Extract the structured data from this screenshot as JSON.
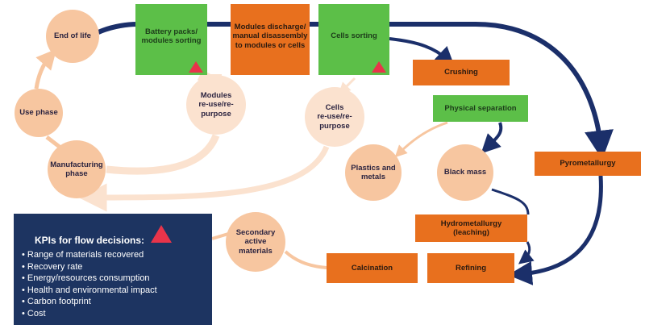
{
  "colors": {
    "green": "#5cbf48",
    "orange": "#e8701e",
    "navy": "#1b2f6a",
    "peach": "#f7c6a0",
    "light_peach": "#fbe2cf",
    "warning": "#e8344a"
  },
  "nodes": {
    "end_of_life": "End of life",
    "use_phase": "Use phase",
    "manufacturing": "Manufacturing\nphase",
    "battery_sorting": "Battery packs/\nmodules sorting",
    "modules_discharge": "Modules discharge/\nmanual disassembly\nto modules or cells",
    "cells_sorting": "Cells sorting",
    "modules_reuse": "Modules\nre-use/re-\npurpose",
    "cells_reuse": "Cells\nre-use/re-\npurpose",
    "crushing": "Crushing",
    "physical_separation": "Physical separation",
    "plastics_metals": "Plastics and\nmetals",
    "black_mass": "Black mass",
    "pyrometallurgy": "Pyrometallurgy",
    "hydrometallurgy": "Hydrometallurgy\n(leaching)",
    "refining": "Refining",
    "calcination": "Calcination",
    "secondary_materials": "Secondary\nactive\nmaterials"
  },
  "kpi": {
    "title": "KPIs for flow decisions:",
    "items": [
      "Range of materials recovered",
      "Recovery rate",
      "Energy/resources consumption",
      "Health and environmental impact",
      "Carbon footprint",
      "Cost"
    ]
  }
}
